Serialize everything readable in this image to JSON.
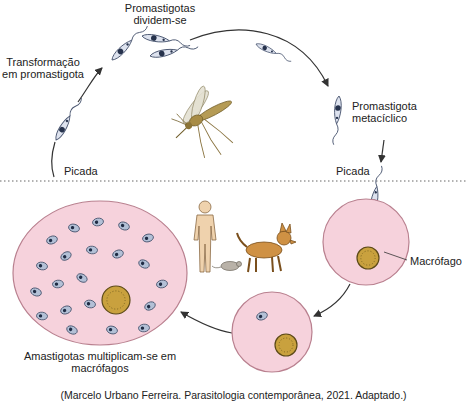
{
  "diagram": {
    "caption": "(Marcelo Urbano Ferreira. Parasitologia contemporânea, 2021. Adaptado.)",
    "nodes": [
      {
        "text": [
          "Amastigotas multiplicam-se em macrófagos"
        ]
      },
      {
        "text": [
          "Macrófago"
        ]
      }
    ],
    "labels": [
      "Promastigotas dividem-se",
      "Transformação em promastigota",
      "Promastigota metacíclico",
      "Picada",
      "Picada"
    ]
  }
}
